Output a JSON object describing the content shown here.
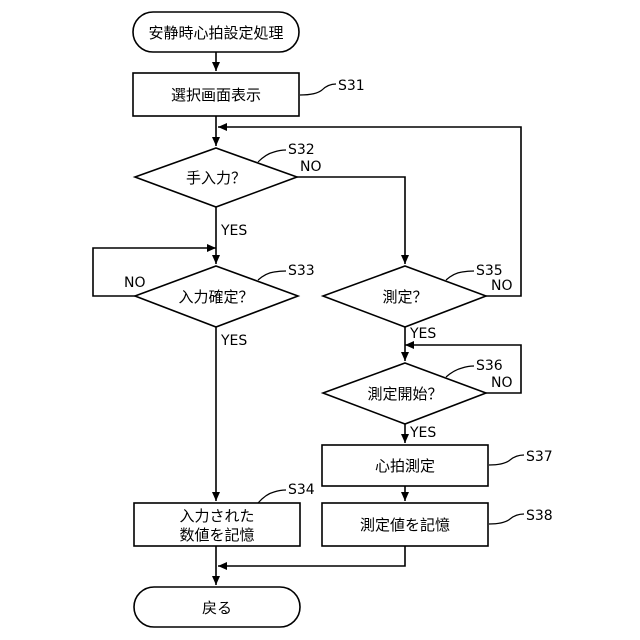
{
  "nodes": {
    "start": "安静時心拍設定処理",
    "s31": "選択画面表示",
    "s32": "手入力？",
    "s33": "入力確定？",
    "s34_line1": "入力された",
    "s34_line2": "数値を記憶",
    "s35": "測定？",
    "s36": "測定開始？",
    "s37": "心拍測定",
    "s38": "測定値を記憶",
    "end": "戻る"
  },
  "steps": {
    "s31": "S31",
    "s32": "S32",
    "s33": "S33",
    "s34": "S34",
    "s35": "S35",
    "s36": "S36",
    "s37": "S37",
    "s38": "S38"
  },
  "branch_labels": {
    "s32_no": "NO",
    "s32_yes": "YES",
    "s33_no": "NO",
    "s33_yes": "YES",
    "s35_no": "NO",
    "s35_yes": "YES",
    "s36_no": "NO",
    "s36_yes": "YES"
  }
}
